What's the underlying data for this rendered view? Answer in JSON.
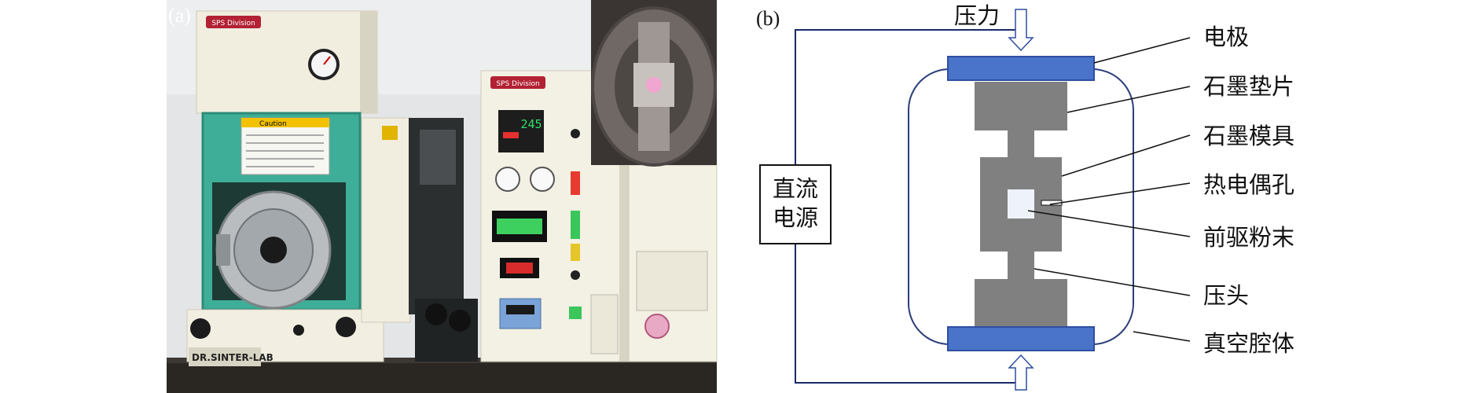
{
  "panel_a": {
    "label": "(a)",
    "machine_brand": "DR.SINTER-LAB",
    "header_plate_left": "SPS Division",
    "header_plate_right": "SPS Division",
    "caution_title": "Caution",
    "temp_display": "245",
    "colors": {
      "teal_chamber": "#3fae98",
      "cream_body": "#f2efe2",
      "counter_bg": "#d9d6cc"
    }
  },
  "panel_b": {
    "label": "(b)",
    "power_source_line1": "直流",
    "power_source_line2": "电源",
    "pressure_top": "压力",
    "labels": [
      "电极",
      "石墨垫片",
      "石墨模具",
      "热电偶孔",
      "前驱粉末",
      "压头",
      "真空腔体"
    ],
    "colors": {
      "electrode": "#4a74c9",
      "graphite": "#808080",
      "powder": "#eef3fb",
      "outline": "#2b3e7a"
    }
  }
}
